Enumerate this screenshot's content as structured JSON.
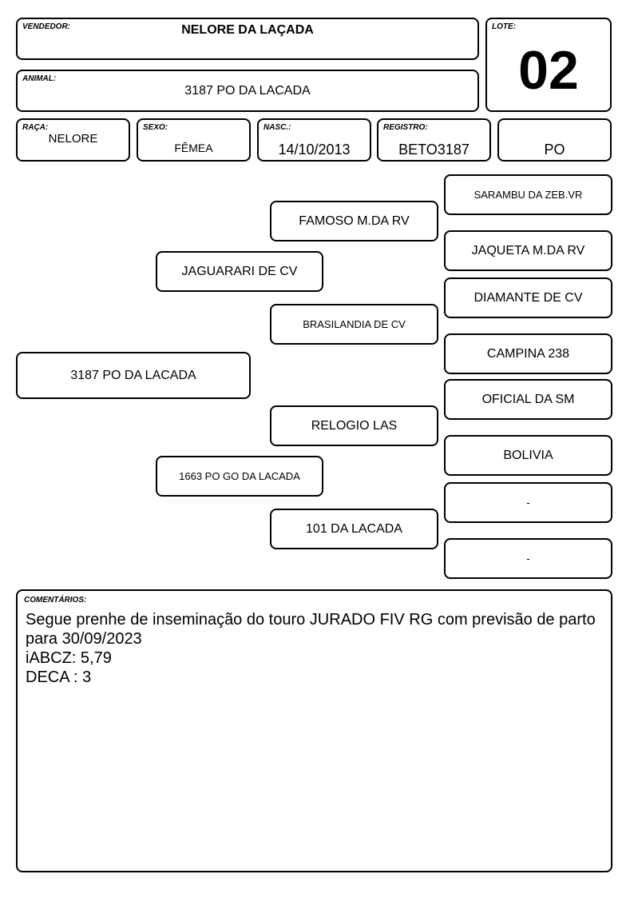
{
  "header": {
    "vendor_label": "VENDEDOR:",
    "vendor_value": "NELORE DA LAÇADA",
    "lot_label": "LOTE:",
    "lot_value": "02",
    "animal_label": "ANIMAL:",
    "animal_value": "3187 PO DA LACADA"
  },
  "info": {
    "breed_label": "RAÇA:",
    "breed_value": "NELORE",
    "sex_label": "SEXO:",
    "sex_value": "FÊMEA",
    "birth_label": "NASC.:",
    "birth_value": "14/10/2013",
    "registry_label": "REGISTRO:",
    "registry_value": "BETO3187",
    "category_value": "PO"
  },
  "pedigree": {
    "animal": "3187 PO DA LACADA",
    "sire": "JAGUARARI DE CV",
    "dam": "1663 PO GO DA LACADA",
    "sire_sire": "FAMOSO M.DA RV",
    "sire_dam": "BRASILANDIA DE CV",
    "dam_sire": "RELOGIO LAS",
    "dam_dam": "101 DA LACADA",
    "sss": "SARAMBU DA ZEB.VR",
    "ssd": "JAQUETA M.DA RV",
    "sds": "DIAMANTE DE CV",
    "sdd": "CAMPINA 238",
    "dss": "OFICIAL DA SM",
    "dsd": "BOLIVIA",
    "dds": "-",
    "ddd": "-"
  },
  "comments": {
    "label": "COMENTÁRIOS:",
    "text": "Segue prenhe de inseminação do touro JURADO FIV RG com previsão de parto para 30/09/2023\niABCZ: 5,79\nDECA : 3"
  }
}
